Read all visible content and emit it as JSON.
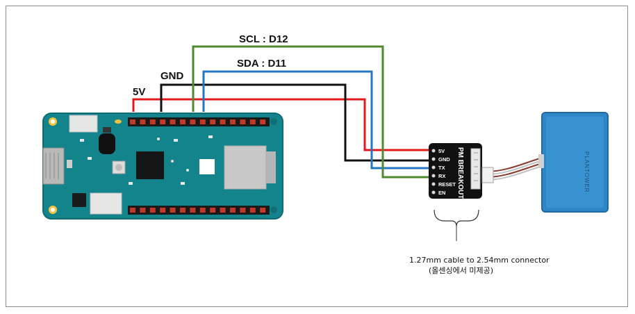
{
  "colors": {
    "v5": "#e3191c",
    "gnd": "#111111",
    "sda": "#2377c2",
    "scl": "#4f8a2e",
    "board": "#14848c",
    "sensor": "#2f86c6"
  },
  "labels": {
    "scl": "SCL : D12",
    "sda": "SDA : D11",
    "gnd": "GND",
    "v5": "5V"
  },
  "breakout": {
    "title": "PM BREAKOUT",
    "pins": [
      "5V",
      "GND",
      "TX",
      "RX",
      "RESET",
      "EN"
    ]
  },
  "sensor": {
    "brand": "PLANTOWER"
  },
  "note": {
    "line1": "1.27mm cable to 2.54mm connector",
    "line2": "(올센싱에서 미제공)"
  },
  "icons": [
    "arduino-board-icon",
    "pm-breakout-icon",
    "cable-icon",
    "pm-sensor-icon"
  ]
}
